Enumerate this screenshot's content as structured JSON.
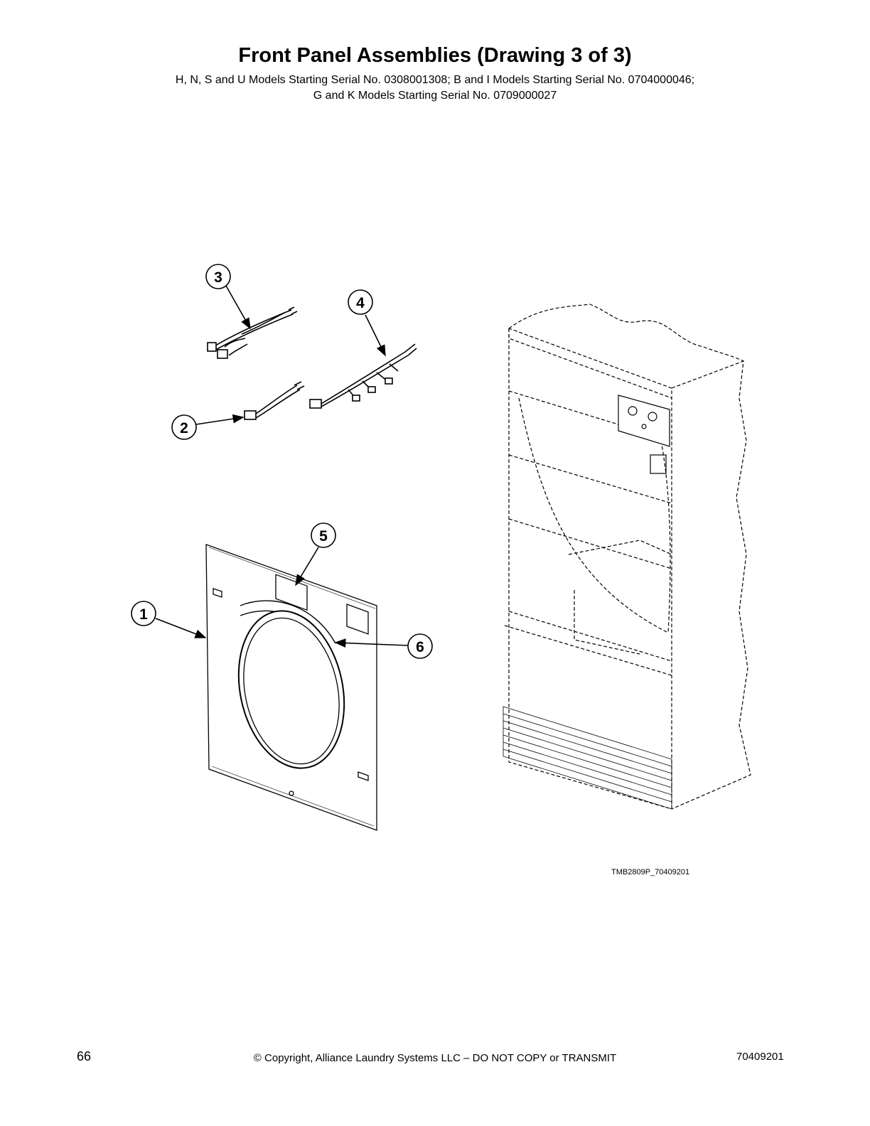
{
  "page": {
    "title": "Front Panel Assemblies (Drawing 3 of 3)",
    "subtitle_line1": "H, N, S and U Models Starting Serial No. 0308001308; B and I Models Starting Serial No. 0704000046;",
    "subtitle_line2": "G and K Models Starting Serial No. 0709000027"
  },
  "callouts": [
    "1",
    "2",
    "3",
    "4",
    "5",
    "6"
  ],
  "drawing_id": "TMB2809P_70409201",
  "footer": {
    "page_number": "66",
    "copyright": "© Copyright, Alliance Laundry Systems LLC – DO NOT COPY or TRANSMIT",
    "doc_number": "70409201"
  }
}
